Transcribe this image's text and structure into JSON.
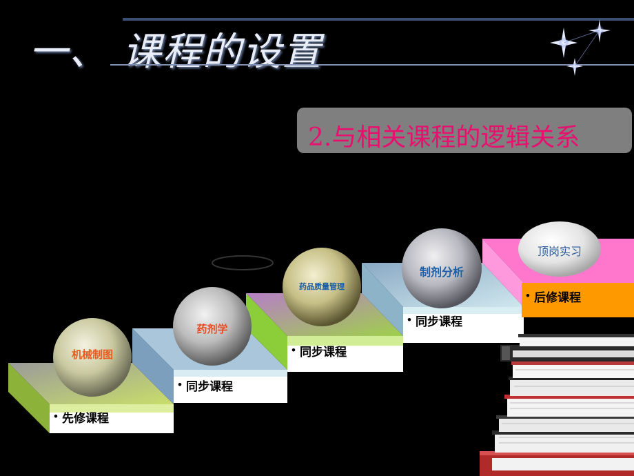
{
  "slide": {
    "title": "一、 课程的设置",
    "subtitle": "2.与相关课程的逻辑关系"
  },
  "steps": [
    {
      "sphere_label": "机械制图",
      "step_label": "先修课程"
    },
    {
      "sphere_label": "药剂学",
      "step_label": "同步课程"
    },
    {
      "sphere_label": "药品质量管理",
      "step_label": "同步课程"
    },
    {
      "sphere_label": "制剂分析",
      "step_label": "同步课程"
    },
    {
      "sphere_label": "顶岗实习",
      "step_label": "后修课程"
    }
  ],
  "bullet": "•",
  "colors": {
    "background": "#000000",
    "title": "#e8edf7",
    "subtitle_text": "#e8106e",
    "subtitle_box": "#7f7f7f",
    "accent_orange": "#ff9900",
    "pink": "#ff66cc"
  },
  "decor": {
    "stars_icon": "sparkle-stars-icon",
    "books_icon": "book-stack-icon"
  }
}
